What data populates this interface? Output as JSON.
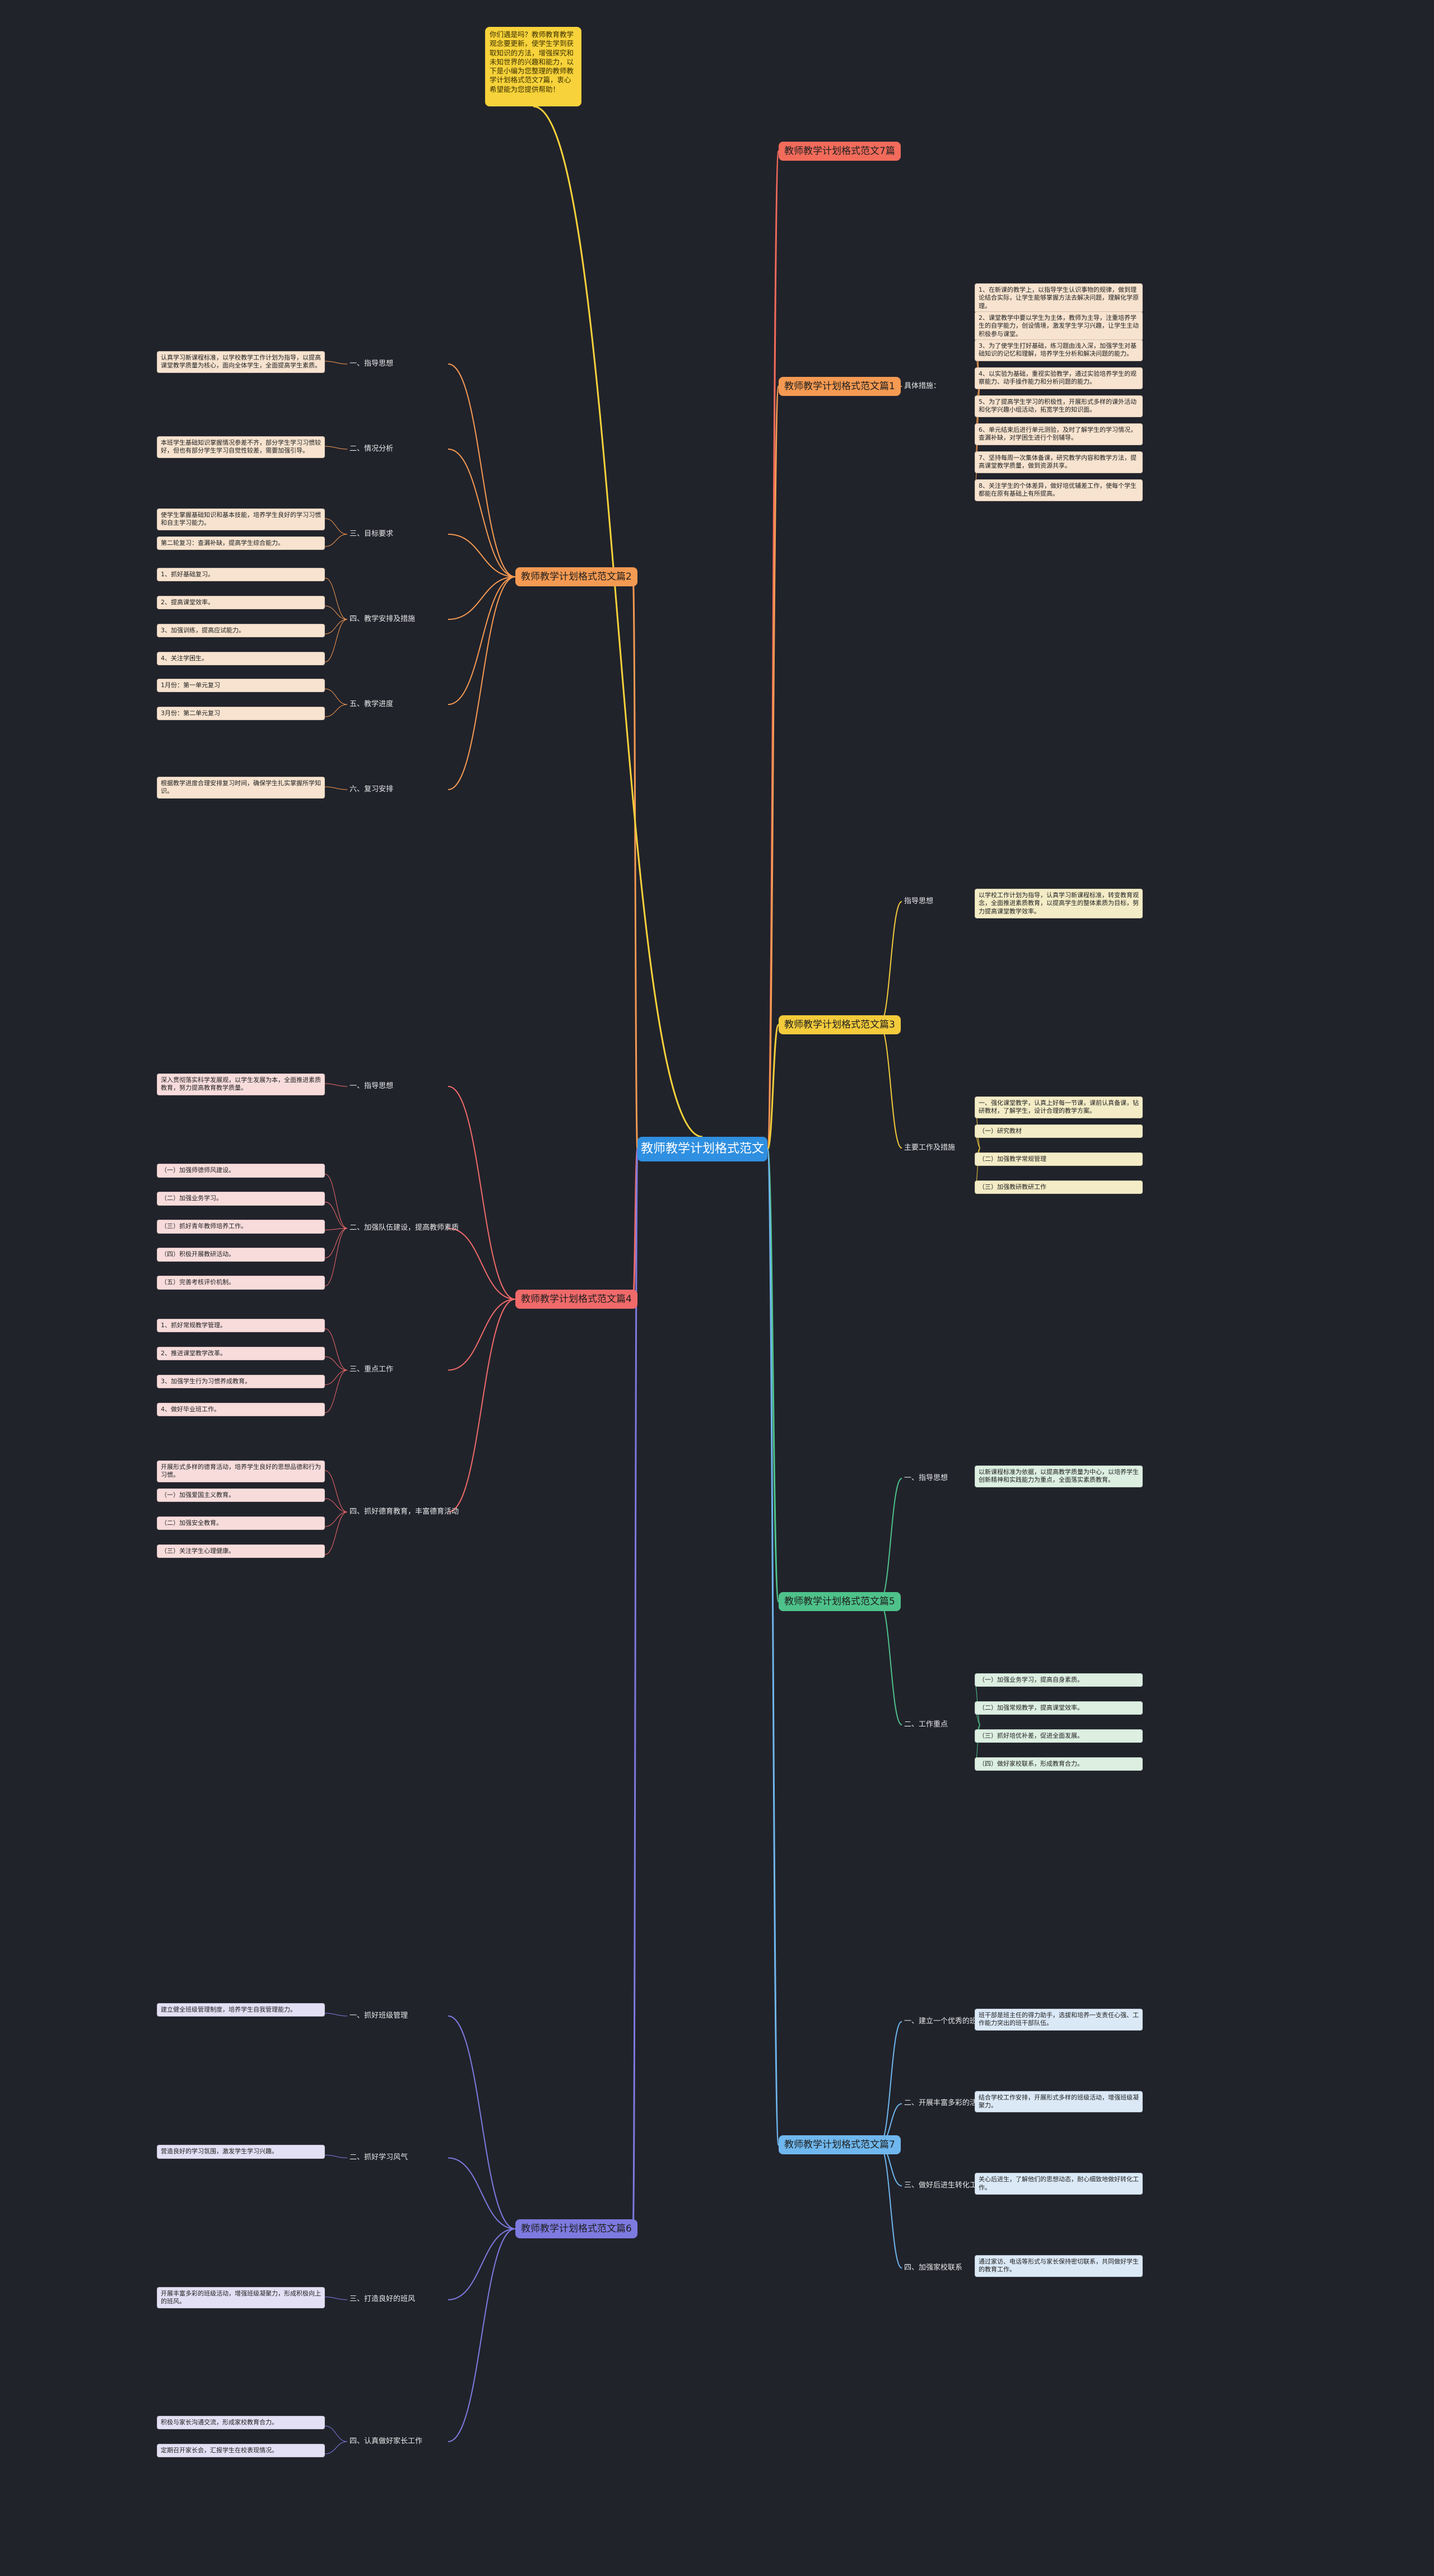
{
  "root": {
    "label": "教师教学计划格式范文"
  },
  "intro": {
    "text": "你们遇是吗？教师教育教学观念要更新，使学生学到获取知识的方法，增强探究和未知世界的兴趣和能力，以下是小编为您整理的教师教学计划格式范文7篇，衷心希望能为您提供帮助！"
  },
  "colors": {
    "background": "#21232b",
    "root": "#2f8fe0",
    "intro": "#f7d23a",
    "branch1": "#f26b5b",
    "branch2": "#f59a52",
    "branch3": "#f3cb3b",
    "branch4": "#f06a6a",
    "branch5": "#4ec28a",
    "branch6": "#6fb7ee",
    "branch7": "#7d7ae0",
    "branch8": "#f49a52"
  },
  "right_branches": [
    {
      "id": "b1",
      "label": "教师教学计划格式范文7篇",
      "color": "#f26b5b",
      "subs": []
    },
    {
      "id": "b2",
      "label": "教师教学计划格式范文篇1",
      "color": "#f59a52",
      "subs": [
        {
          "label": "具体措施：",
          "leaves": [
            "1、在新课的教学上，以指导学生认识事物的规律，做到理论结合实际，让学生能够掌握方法去解决问题，理解化学原理。",
            "2、课堂教学中要以学生为主体，教师为主导，注重培养学生的自学能力，创设情境，激发学生学习兴趣，让学生主动积极参与课堂。",
            "3、为了使学生打好基础，练习题由浅入深，加强学生对基础知识的记忆和理解，培养学生分析和解决问题的能力。",
            "4、以实验为基础，重视实验教学，通过实验培养学生的观察能力、动手操作能力和分析问题的能力。",
            "5、为了提高学生学习的积极性，开展形式多样的课外活动和化学兴趣小组活动，拓宽学生的知识面。",
            "6、单元结束后进行单元测验，及时了解学生的学习情况，查漏补缺，对学困生进行个别辅导。",
            "7、坚持每周一次集体备课，研究教学内容和教学方法，提高课堂教学质量，做到资源共享。",
            "8、关注学生的个体差异，做好培优辅差工作，使每个学生都能在原有基础上有所提高。"
          ]
        }
      ]
    },
    {
      "id": "b3",
      "label": "教师教学计划格式范文篇3",
      "color": "#f3cb3b",
      "subs": [
        {
          "label": "指导思想",
          "leaves": [
            "以学校工作计划为指导，认真学习新课程标准，转变教育观念，全面推进素质教育，以提高学生的整体素质为目标，努力提高课堂教学效率。"
          ]
        },
        {
          "label": "主要工作及措施",
          "leaves": [
            "一、强化课堂教学，认真上好每一节课，课前认真备课，钻研教材，了解学生，设计合理的教学方案。",
            "（一）研究教材",
            "（二）加强教学常规管理",
            "（三）加强教研教研工作"
          ]
        }
      ]
    },
    {
      "id": "b5",
      "label": "教师教学计划格式范文篇5",
      "color": "#4ec28a",
      "subs": [
        {
          "label": "一、指导思想",
          "leaves": [
            "以新课程标准为依据，以提高教学质量为中心，以培养学生创新精神和实践能力为重点，全面落实素质教育。"
          ]
        },
        {
          "label": "二、工作重点",
          "leaves": [
            "（一）加强业务学习，提高自身素质。",
            "（二）加强常规教学，提高课堂效率。",
            "（三）抓好培优补差，促进全面发展。",
            "（四）做好家校联系，形成教育合力。"
          ]
        }
      ]
    },
    {
      "id": "b7",
      "label": "教师教学计划格式范文篇7",
      "color": "#6fb7ee",
      "subs": [
        {
          "label": "一、建立一个优秀的班干部队伍",
          "leaves": [
            "班干部是班主任的得力助手，选拔和培养一支责任心强、工作能力突出的班干部队伍。"
          ]
        },
        {
          "label": "二、开展丰富多彩的活动",
          "leaves": [
            "结合学校工作安排，开展形式多样的班级活动，增强班级凝聚力。"
          ]
        },
        {
          "label": "三、做好后进生转化工作",
          "leaves": [
            "关心后进生，了解他们的思想动态，耐心细致地做好转化工作。"
          ]
        },
        {
          "label": "四、加强家校联系",
          "leaves": [
            "通过家访、电话等形式与家长保持密切联系，共同做好学生的教育工作。"
          ]
        }
      ]
    }
  ],
  "left_branches": [
    {
      "id": "b2l",
      "label": "教师教学计划格式范文篇2",
      "color": "#f59a52",
      "subs": [
        {
          "label": "一、指导思想",
          "leaves": [
            "认真学习新课程标准，以学校教学工作计划为指导，以提高课堂教学质量为核心，面向全体学生，全面提高学生素质。"
          ]
        },
        {
          "label": "二、情况分析",
          "leaves": [
            "本班学生基础知识掌握情况参差不齐，部分学生学习习惯较好，但也有部分学生学习自觉性较差，需要加强引导。"
          ]
        },
        {
          "label": "三、目标要求",
          "leaves": [
            "使学生掌握基础知识和基本技能，培养学生良好的学习习惯和自主学习能力。",
            "第二轮复习：查漏补缺，提高学生综合能力。"
          ]
        },
        {
          "label": "四、教学安排及措施",
          "leaves": [
            "1、抓好基础复习。",
            "2、提高课堂效率。",
            "3、加强训练，提高应试能力。",
            "4、关注学困生。"
          ]
        },
        {
          "label": "五、教学进度",
          "leaves": [
            "1月份：第一单元复习",
            "3月份：第二单元复习"
          ]
        },
        {
          "label": "六、复习安排",
          "leaves": [
            "根据教学进度合理安排复习时间，确保学生扎实掌握所学知识。"
          ]
        }
      ]
    },
    {
      "id": "b4l",
      "label": "教师教学计划格式范文篇4",
      "color": "#f06a6a",
      "subs": [
        {
          "label": "一、指导思想",
          "leaves": [
            "深入贯彻落实科学发展观，以学生发展为本，全面推进素质教育，努力提高教育教学质量。"
          ]
        },
        {
          "label": "二、加强队伍建设，提高教师素质",
          "leaves": [
            "（一）加强师德师风建设。",
            "（二）加强业务学习。",
            "（三）抓好青年教师培养工作。",
            "（四）积极开展教研活动。",
            "（五）完善考核评价机制。"
          ]
        },
        {
          "label": "三、重点工作",
          "leaves": [
            "1、抓好常规教学管理。",
            "2、推进课堂教学改革。",
            "3、加强学生行为习惯养成教育。",
            "4、做好毕业班工作。"
          ]
        },
        {
          "label": "四、抓好德育教育，丰富德育活动",
          "leaves": [
            "开展形式多样的德育活动，培养学生良好的思想品德和行为习惯。",
            "（一）加强爱国主义教育。",
            "（二）加强安全教育。",
            "（三）关注学生心理健康。"
          ]
        }
      ]
    },
    {
      "id": "b6l",
      "label": "教师教学计划格式范文篇6",
      "color": "#7d7ae0",
      "subs": [
        {
          "label": "一、抓好班级管理",
          "leaves": [
            "建立健全班级管理制度，培养学生自我管理能力。"
          ]
        },
        {
          "label": "二、抓好学习风气",
          "leaves": [
            "营造良好的学习氛围，激发学生学习兴趣。"
          ]
        },
        {
          "label": "三、打造良好的班风",
          "leaves": [
            "开展丰富多彩的班级活动，增强班级凝聚力，形成积极向上的班风。"
          ]
        },
        {
          "label": "四、认真做好家长工作",
          "leaves": [
            "积极与家长沟通交流，形成家校教育合力。",
            "定期召开家长会，汇报学生在校表现情况。"
          ]
        }
      ]
    }
  ]
}
